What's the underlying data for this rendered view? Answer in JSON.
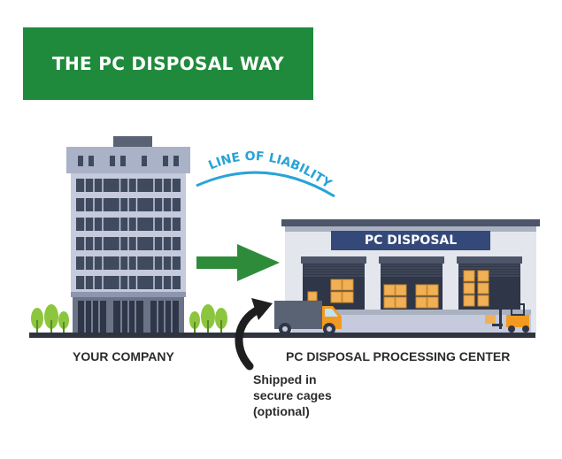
{
  "banner": {
    "title": "THE PC DISPOSAL WAY"
  },
  "liability": {
    "label": "LINE OF LIABILITY"
  },
  "facility": {
    "sign": "PC DISPOSAL"
  },
  "labels": {
    "company": "YOUR COMPANY",
    "center": "PC DISPOSAL PROCESSING CENTER",
    "shipped_line1": "Shipped in",
    "shipped_line2": "secure cages",
    "shipped_line3": "(optional)"
  },
  "colors": {
    "banner": "#1f8a3c",
    "arrow": "#2e8b3a",
    "liability_text": "#29a3d6",
    "sign": "#34497a",
    "truck": "#f29a1f"
  }
}
